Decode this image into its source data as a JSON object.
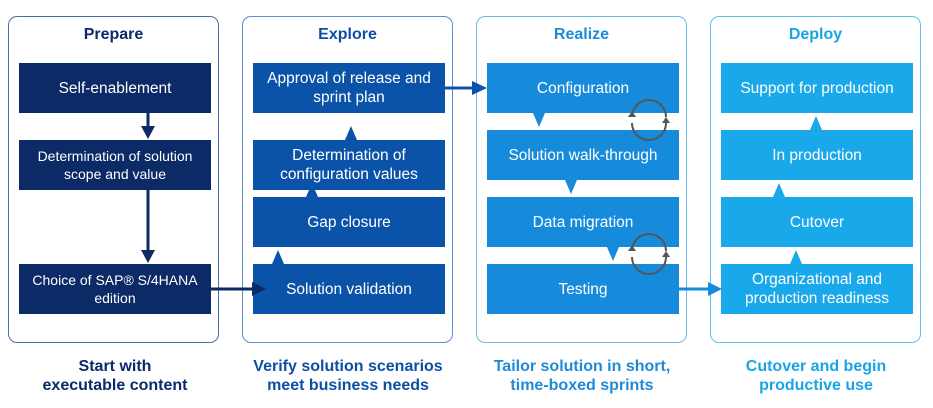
{
  "colors": {
    "prepare": "#0b2a66",
    "explore": "#0b53a8",
    "realize": "#168bdc",
    "deploy": "#19a8ea",
    "cycle": "#555555"
  },
  "phases": [
    {
      "title": "Prepare",
      "steps": [
        "Self-enablement",
        "Determination of solution scope and value",
        "Choice of SAP® S/4HANA edition"
      ],
      "caption_line1": "Start with",
      "caption_line2": "executable content"
    },
    {
      "title": "Explore",
      "steps": [
        "Approval of release and sprint plan",
        "Determination of configuration values",
        "Gap closure",
        "Solution validation"
      ],
      "caption_line1": "Verify solution scenarios",
      "caption_line2": "meet business needs"
    },
    {
      "title": "Realize",
      "steps": [
        "Configuration",
        "Solution walk-through",
        "Data migration",
        "Testing"
      ],
      "caption_line1": "Tailor solution in short,",
      "caption_line2": "time-boxed sprints"
    },
    {
      "title": "Deploy",
      "steps": [
        "Support for production",
        "In production",
        "Cutover",
        "Organizational and production readiness"
      ],
      "caption_line1": "Cutover and begin",
      "caption_line2": "productive use"
    }
  ]
}
